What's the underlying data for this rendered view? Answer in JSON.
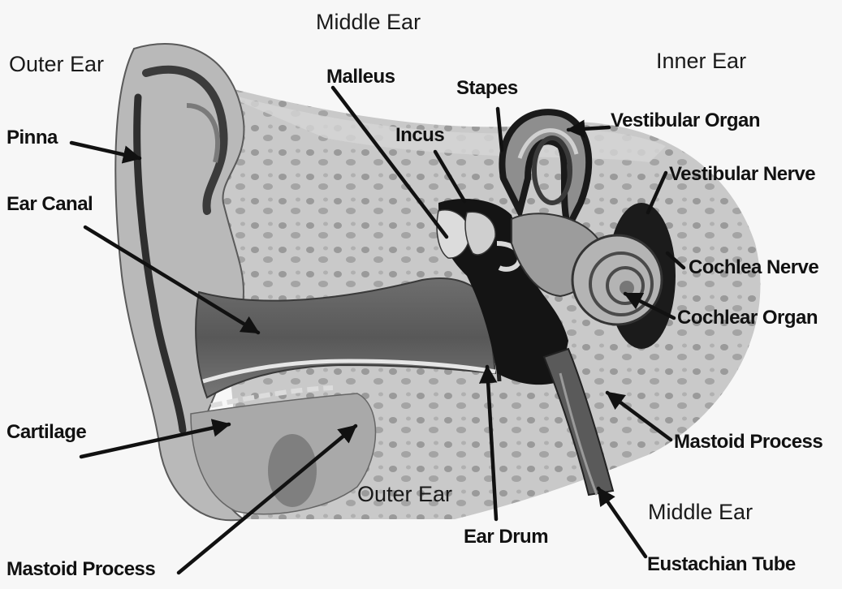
{
  "sections": {
    "middle_ear_top": "Middle Ear",
    "outer_ear_top": "Outer Ear",
    "inner_ear": "Inner Ear",
    "outer_ear_bottom": "Outer Ear",
    "middle_ear_bottom": "Middle Ear"
  },
  "parts": {
    "pinna": "Pinna",
    "ear_canal": "Ear Canal",
    "cartilage": "Cartilage",
    "mastoid_process_left": "Mastoid Process",
    "malleus": "Malleus",
    "incus": "Incus",
    "stapes": "Stapes",
    "vestibular_organ": "Vestibular Organ",
    "vestibular_nerve": "Vestibular Nerve",
    "cochlea_nerve": "Cochlea Nerve",
    "cochlear_organ": "Cochlear Organ",
    "mastoid_process_right": "Mastoid Process",
    "ear_drum": "Ear Drum",
    "eustachian_tube": "Eustachian Tube"
  },
  "colors": {
    "background": "#f7f7f7",
    "bone": "#c4c4c4",
    "tissue": "#8a8a8a",
    "dark": "#1a1a1a",
    "label": "#111111"
  }
}
